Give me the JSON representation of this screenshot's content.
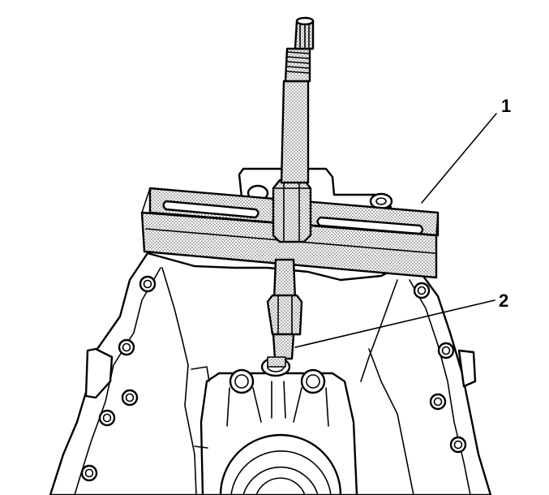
{
  "figure": {
    "callouts": [
      {
        "id": "1",
        "label": "1"
      },
      {
        "id": "2",
        "label": "2"
      }
    ],
    "colors": {
      "ink": "#000000",
      "paper": "#ffffff",
      "stipple": "#8a8a8a"
    },
    "parts": {
      "1": "puller-tool",
      "2": "shaft-seal"
    }
  }
}
